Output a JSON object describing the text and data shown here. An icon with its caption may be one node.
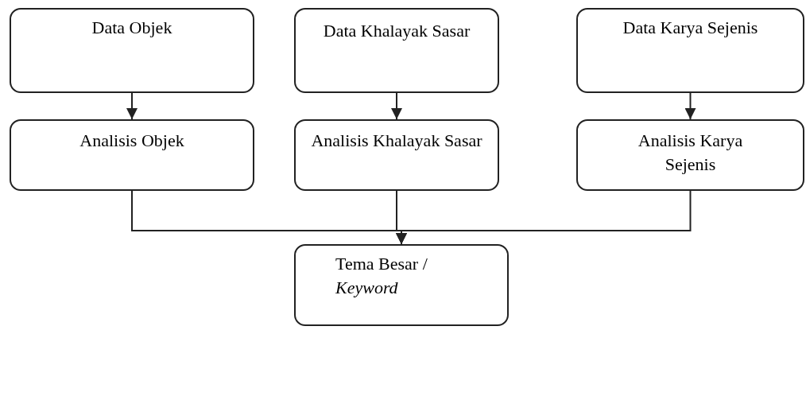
{
  "diagram": {
    "nodes": [
      {
        "text": [
          "Data Objek"
        ]
      },
      {
        "text": [
          "Data Khalayak Sasar"
        ]
      },
      {
        "text": [
          "Data Karya Sejenis"
        ]
      },
      {
        "text": [
          "Analisis Objek"
        ]
      },
      {
        "text": [
          "Analisis Khalayak Sasar"
        ]
      },
      {
        "text": [
          "Analisis Karya Sejenis"
        ]
      },
      {
        "text": [
          "Tema Besar / *Keyword*"
        ]
      }
    ],
    "edges": [
      {
        "from": 0,
        "to": 3,
        "arrow": "to"
      },
      {
        "from": 1,
        "to": 4,
        "arrow": "to"
      },
      {
        "from": 2,
        "to": 5,
        "arrow": "to"
      },
      {
        "from": 3,
        "to": 6,
        "arrow": "to"
      },
      {
        "from": 4,
        "to": 6,
        "arrow": "to"
      },
      {
        "from": 5,
        "to": 6,
        "arrow": "to"
      }
    ]
  }
}
